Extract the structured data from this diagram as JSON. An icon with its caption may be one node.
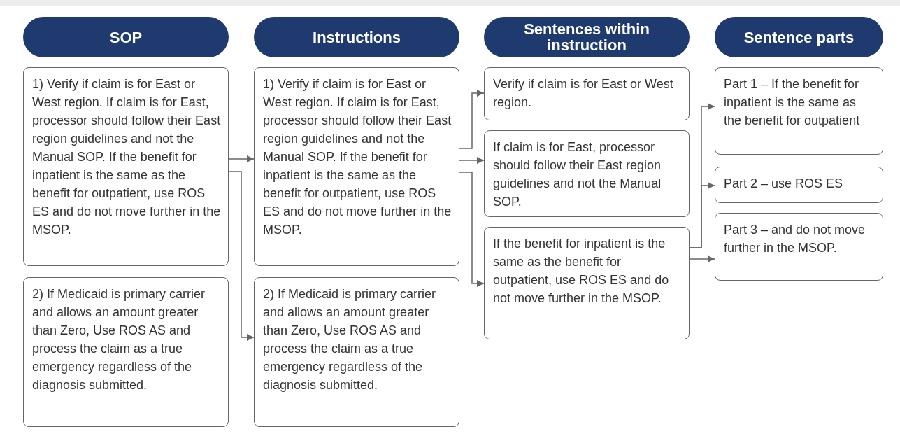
{
  "diagram": {
    "nodes": [
      {
        "text": [
          "SOP"
        ]
      },
      {
        "text": [
          "Instructions"
        ]
      },
      {
        "text": [
          "Sentences within instruction"
        ]
      },
      {
        "text": [
          "Sentence parts"
        ]
      },
      {
        "text": [
          "1) Verify if claim is for East or West region. If claim is for East, processor should follow their East region guidelines and not the Manual SOP. If the benefit for inpatient is the same as the benefit for outpatient, use ROS ES and do not move further in the MSOP."
        ]
      },
      {
        "text": [
          "2) If Medicaid is primary carrier and allows an amount greater than Zero, Use ROS AS and process the claim as a true emergency regardless of the diagnosis submitted."
        ]
      },
      {
        "text": [
          "1) Verify if claim is for East or West region. If claim is for East, processor should follow their East region guidelines and not the Manual SOP. If the benefit for inpatient is the same as the benefit for outpatient, use ROS ES and do not move further in the MSOP."
        ]
      },
      {
        "text": [
          "2) If Medicaid is primary carrier and allows an amount greater than Zero, Use ROS AS and process the claim as a true emergency regardless of the diagnosis submitted."
        ]
      },
      {
        "text": [
          "Verify if claim is for East or West region."
        ]
      },
      {
        "text": [
          "If claim is for East, processor should follow their East region guidelines and not the Manual SOP."
        ]
      },
      {
        "text": [
          "If the benefit for inpatient is the same as the benefit for outpatient, use ROS ES and do not move further in the MSOP."
        ]
      },
      {
        "text": [
          "Part 1 – If the benefit for inpatient is the same as the benefit for outpatient"
        ]
      },
      {
        "text": [
          "Part 2 – use ROS ES"
        ]
      },
      {
        "text": [
          "Part 3 – and do not move further in the MSOP."
        ]
      }
    ],
    "edges": [
      {
        "from": 4,
        "to": 6,
        "arrow": "to"
      },
      {
        "from": 4,
        "to": 7,
        "arrow": "to"
      },
      {
        "from": 6,
        "to": 8,
        "arrow": "to"
      },
      {
        "from": 6,
        "to": 9,
        "arrow": "to"
      },
      {
        "from": 6,
        "to": 10,
        "arrow": "to"
      },
      {
        "from": 10,
        "to": 11,
        "arrow": "to"
      },
      {
        "from": 10,
        "to": 12,
        "arrow": "to"
      },
      {
        "from": 10,
        "to": 13,
        "arrow": "to"
      }
    ]
  }
}
